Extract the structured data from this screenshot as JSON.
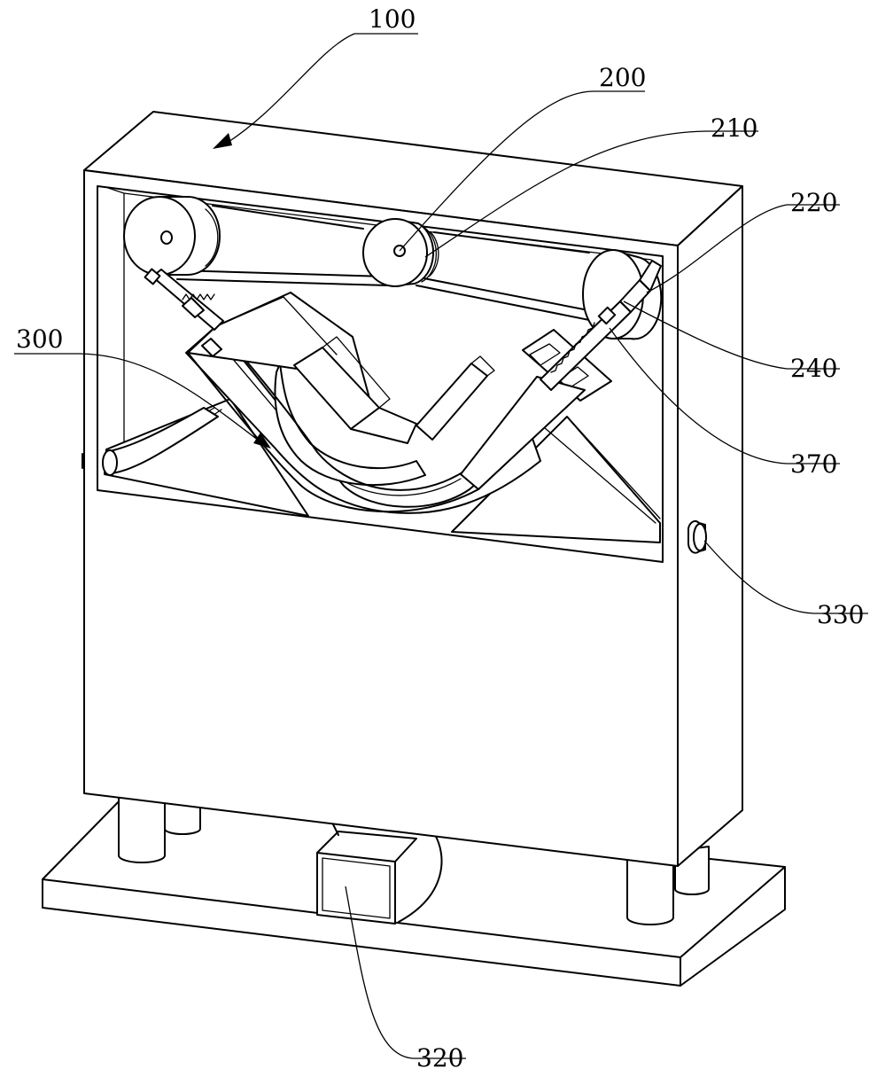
{
  "labels": {
    "l100": "100",
    "l200": "200",
    "l210": "210",
    "l220": "220",
    "l240": "240",
    "l300": "300",
    "l320": "320",
    "l330": "330",
    "l370": "370"
  }
}
